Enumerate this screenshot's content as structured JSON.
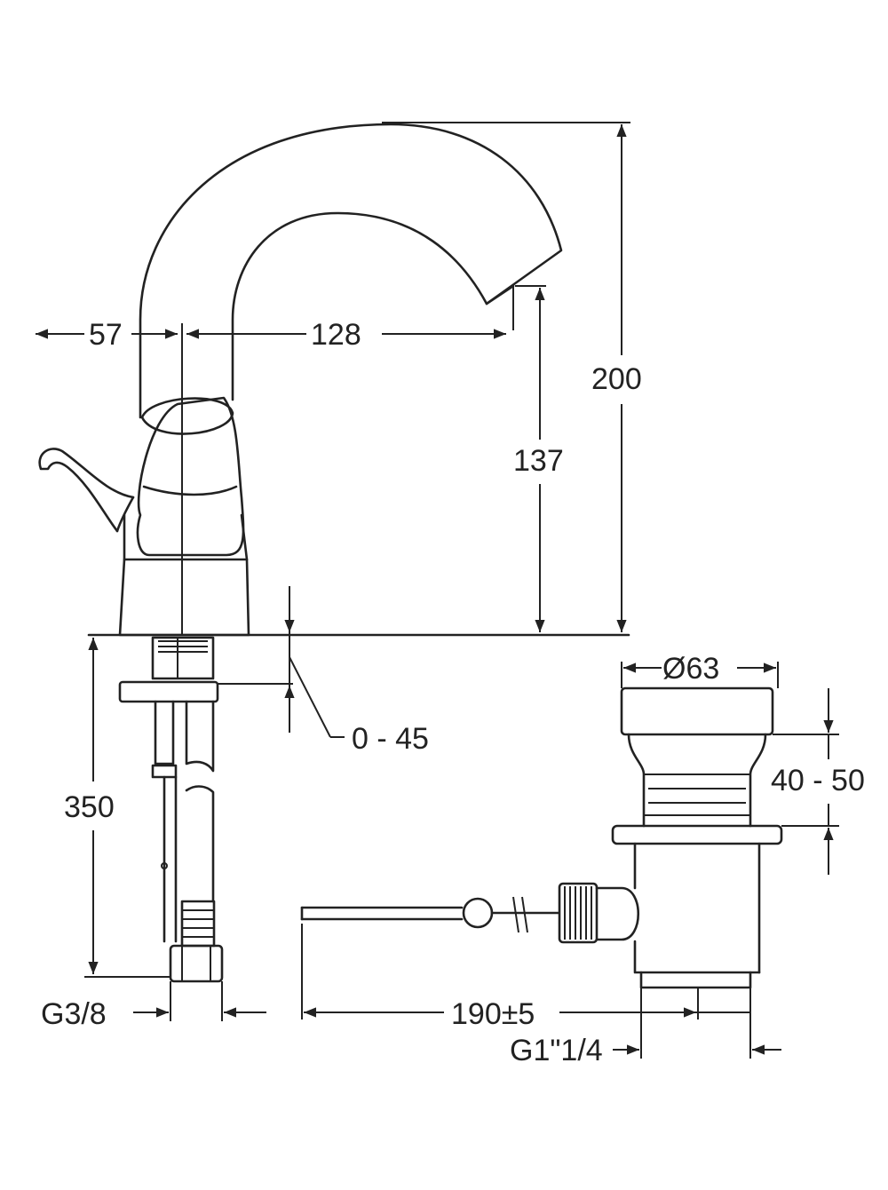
{
  "dimensions": {
    "d57": "57",
    "d128": "128",
    "d200": "200",
    "d137": "137",
    "d350": "350",
    "d0_45": "0 - 45",
    "d63": "Ø63",
    "d40_50": "40 - 50",
    "dG38": "G3/8",
    "d190": "190±5",
    "dG114": "G1\"1/4"
  },
  "colors": {
    "line": "#222222",
    "background": "#ffffff"
  }
}
